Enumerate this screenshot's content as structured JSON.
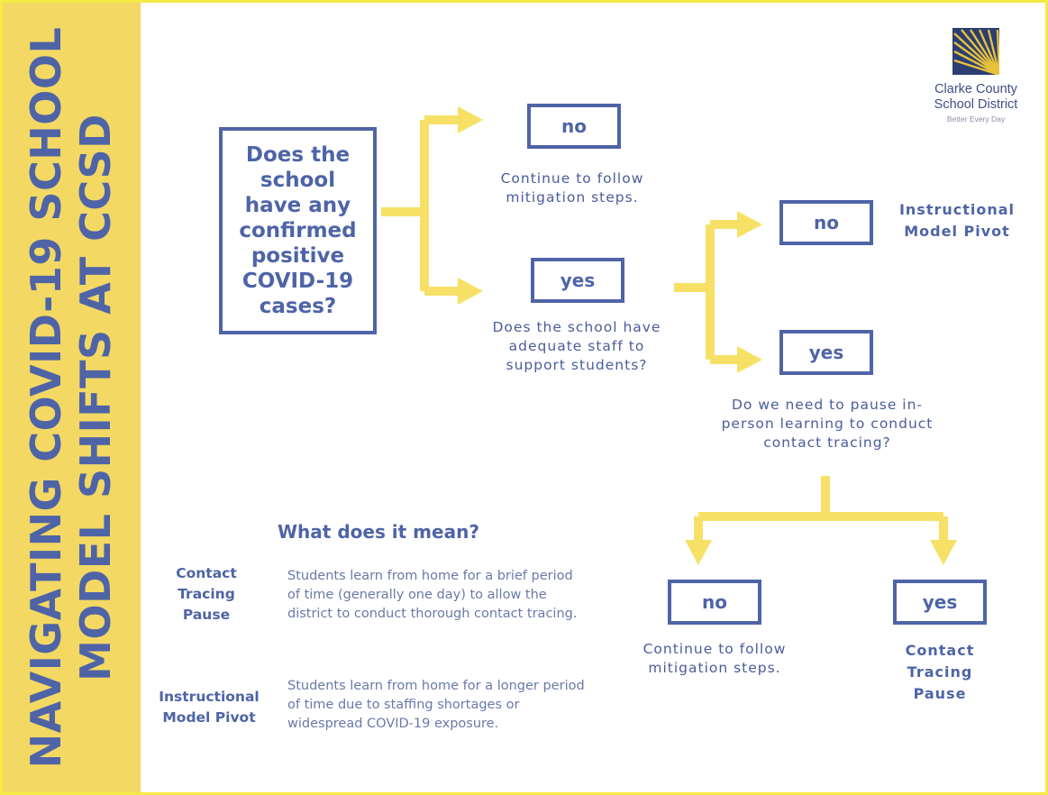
{
  "title": {
    "line1": "NAVIGATING COVID-19 SCHOOL",
    "line2": "MODEL SHIFTS AT CCSD"
  },
  "logo": {
    "line1": "Clarke County",
    "line2": "School District",
    "tagline": "Better Every Day",
    "icon": "sunburst-icon"
  },
  "flow": {
    "question1": "Does the school have any confirmed positive COVID-19 cases?",
    "q1_no": "no",
    "q1_no_text": "Continue to follow mitigation steps.",
    "q1_yes": "yes",
    "question2": "Does the school have adequate staff to support students?",
    "q2_no": "no",
    "q2_no_label": "Instructional Model Pivot",
    "q2_yes": "yes",
    "question3": "Do we need to pause in-person learning to conduct contact tracing?",
    "q3_no": "no",
    "q3_no_text": "Continue to follow mitigation steps.",
    "q3_yes": "yes",
    "q3_yes_label": "Contact Tracing Pause"
  },
  "legend": {
    "heading": "What does it mean?",
    "items": [
      {
        "term": "Contact Tracing Pause",
        "definition": "Students learn from home for a brief period of time (generally one day) to allow the district to conduct thorough contact tracing."
      },
      {
        "term": "Instructional Model Pivot",
        "definition": "Students learn from home for a longer period of time due to staffing shortages or widespread COVID-19 exposure."
      }
    ]
  },
  "colors": {
    "accent_yellow": "#f3d864",
    "arrow_yellow": "#f6e166",
    "navy": "#4e64a7",
    "border_yellow": "#f6ea45"
  }
}
